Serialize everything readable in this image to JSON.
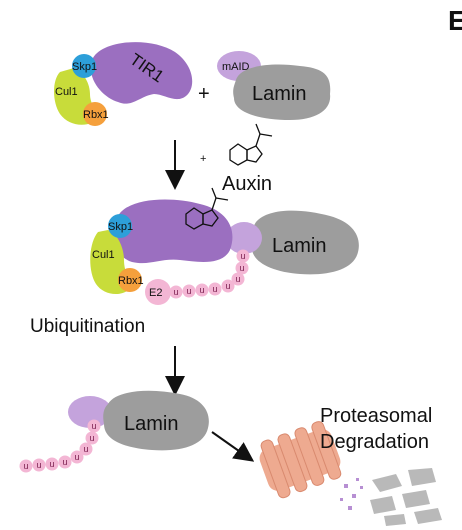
{
  "panel_letter": "E",
  "step1": {
    "tir1": "TIR1",
    "skp1": "Skp1",
    "cul1": "Cul1",
    "rbx1": "Rbx1",
    "plus": "+",
    "maid": "mAID",
    "lamin": "Lamin"
  },
  "arrow1": {
    "plus": "+",
    "auxin": "Auxin"
  },
  "step2": {
    "skp1": "Skp1",
    "cul1": "Cul1",
    "rbx1": "Rbx1",
    "e2": "E2",
    "lamin": "Lamin",
    "ub": "u"
  },
  "ubiquitination": "Ubiquitination",
  "step3": {
    "lamin": "Lamin",
    "ub": "u",
    "proteasomal": "Proteasomal",
    "degradation": "Degradation"
  },
  "colors": {
    "tir1": "#9b6fc0",
    "skp1": "#2d9fd9",
    "cul1": "#c8dc3a",
    "rbx1": "#f5a03c",
    "maid": "#c4a3dc",
    "lamin": "#9d9d9d",
    "ubiquitin": "#f3b6d4",
    "e2": "#f3b6d4",
    "proteasome": "#eeaa90",
    "fragments": "#b9b9b9",
    "peptides": "#b78fd3"
  }
}
